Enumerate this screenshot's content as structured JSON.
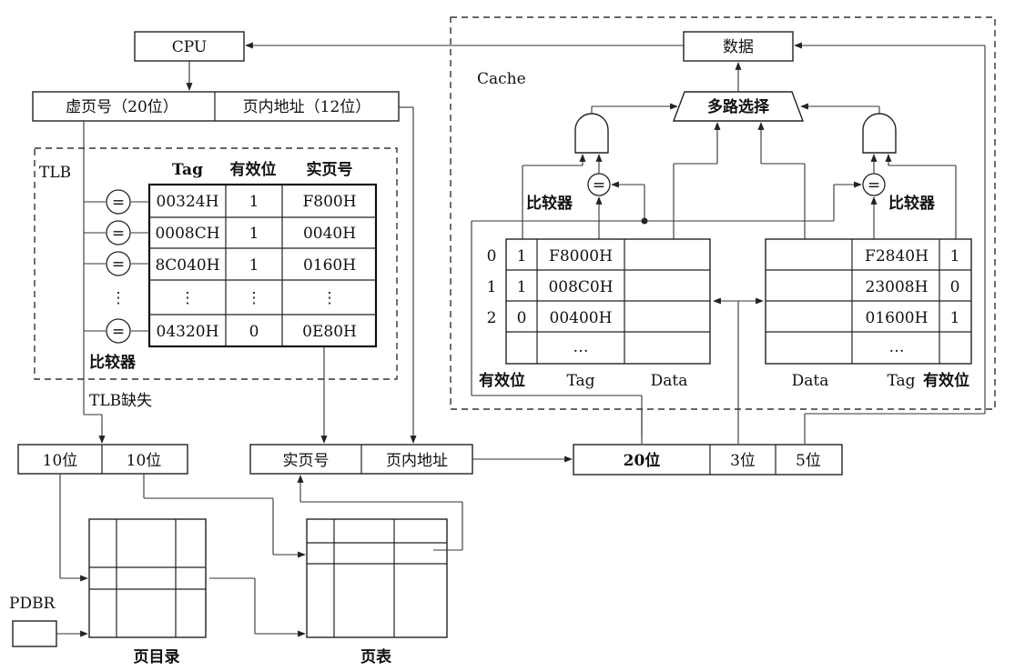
{
  "cpu": {
    "label": "CPU"
  },
  "virtual_address": {
    "page_number": "虚页号（20位）",
    "offset": "页内地址（12位）"
  },
  "tlb": {
    "label": "TLB",
    "headers": [
      "Tag",
      "有效位",
      "实页号"
    ],
    "comparator_symbol": "=",
    "rows": [
      [
        "00324H",
        "1",
        "F800H"
      ],
      [
        "0008CH",
        "1",
        "0040H"
      ],
      [
        "8C040H",
        "1",
        "0160H"
      ],
      [
        "⋮",
        "⋮",
        "⋮"
      ],
      [
        "04320H",
        "0",
        "0E80H"
      ]
    ],
    "row_dots": "⋮",
    "comparator_label": "比较器",
    "miss_label": "TLB缺失"
  },
  "page_index": {
    "dir": "10位",
    "table": "10位"
  },
  "physical_address": {
    "page_number": "实页号",
    "offset": "页内地址"
  },
  "page_directory": {
    "label": "页目录"
  },
  "page_table": {
    "label": "页表"
  },
  "pdbr": {
    "label": "PDBR"
  },
  "cache": {
    "label": "Cache",
    "data_box": "数据",
    "mux": "多路选择",
    "comparator_left": "比较器",
    "comparator_right": "比较器",
    "row_indices": [
      "0",
      "1",
      "2"
    ],
    "left_rows": [
      [
        "1",
        "F8000H",
        ""
      ],
      [
        "1",
        "008C0H",
        ""
      ],
      [
        "0",
        "00400H",
        ""
      ],
      [
        "",
        "…",
        ""
      ]
    ],
    "right_rows": [
      [
        "",
        "F2840H",
        "1"
      ],
      [
        "",
        "23008H",
        "0"
      ],
      [
        "",
        "01600H",
        "1"
      ],
      [
        "",
        "…",
        ""
      ]
    ],
    "left_footer": [
      "有效位",
      "Tag",
      "Data"
    ],
    "right_footer": [
      "Data",
      "Tag",
      "有效位"
    ]
  },
  "cache_address": {
    "tag": "20位",
    "index": "3位",
    "offset": "5位"
  }
}
